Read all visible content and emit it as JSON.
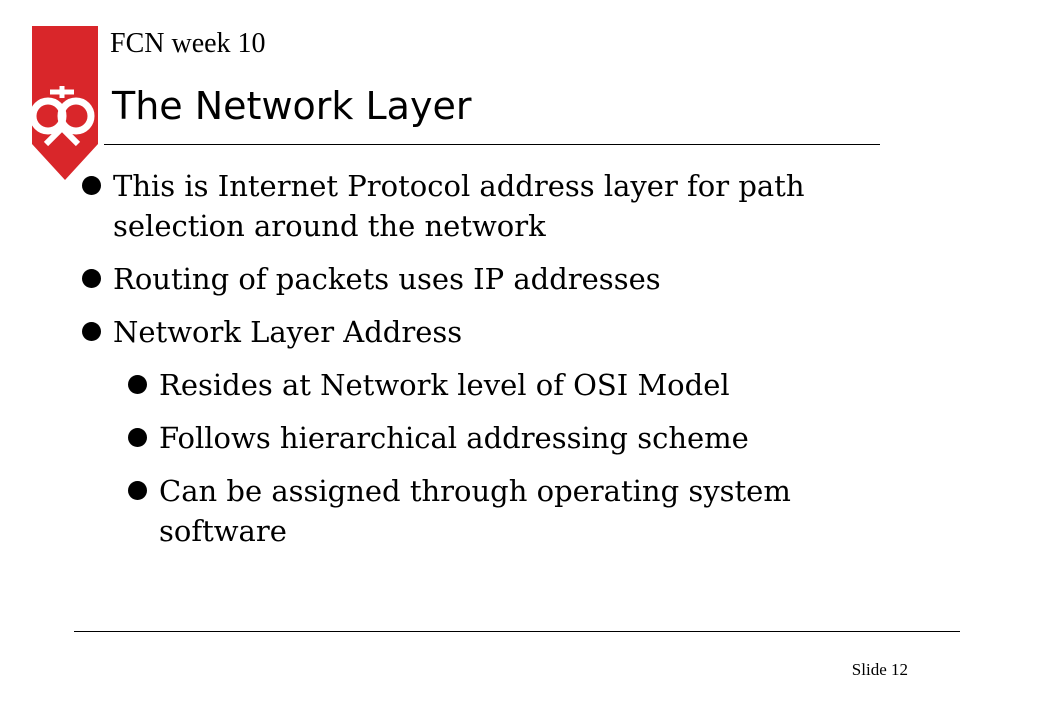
{
  "header": {
    "course": "FCN week 10",
    "title": "The Network Layer"
  },
  "bullets": [
    {
      "level": 1,
      "text": "This is Internet Protocol address layer for path selection around the network"
    },
    {
      "level": 1,
      "text": "Routing of packets uses IP addresses"
    },
    {
      "level": 1,
      "text": "Network Layer Address"
    },
    {
      "level": 2,
      "text": "Resides at Network level of OSI Model"
    },
    {
      "level": 2,
      "text": "Follows hierarchical  addressing scheme"
    },
    {
      "level": 2,
      "text": "Can be assigned through operating system software"
    }
  ],
  "footer": {
    "slide_number": "Slide 12"
  },
  "colors": {
    "logo_red": "#d9262a",
    "text": "#000000",
    "rule": "#000000"
  }
}
